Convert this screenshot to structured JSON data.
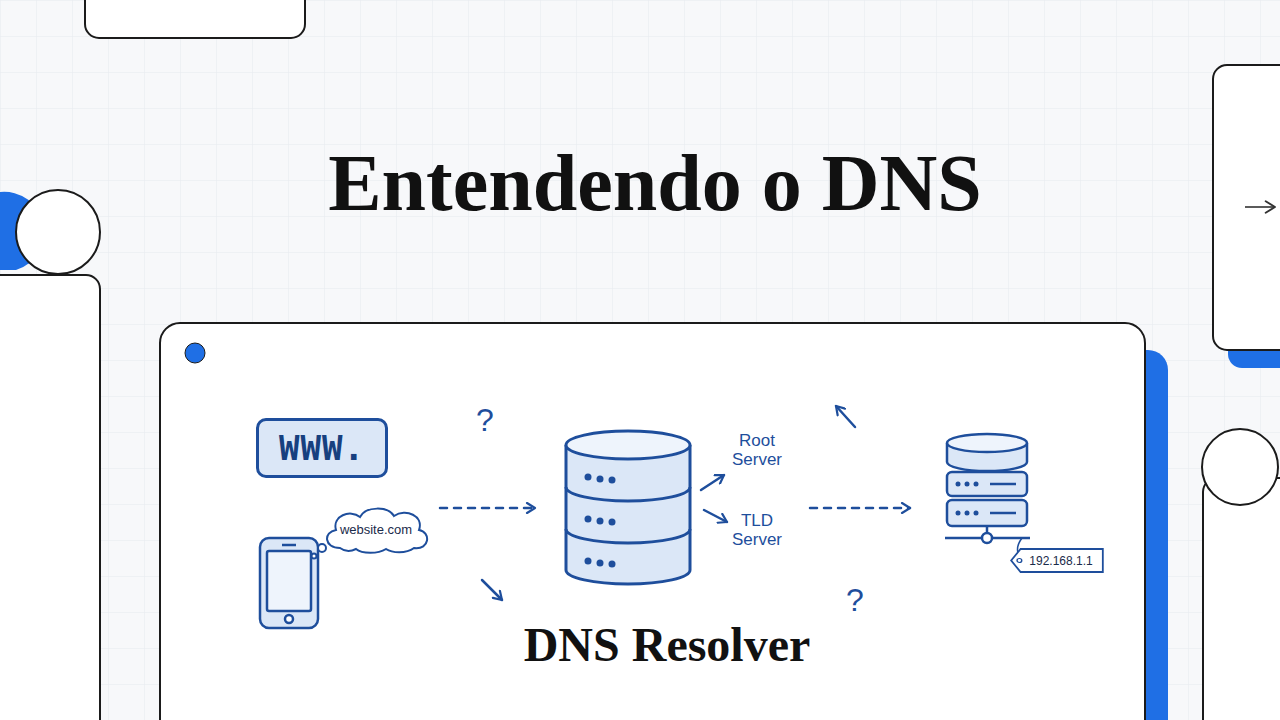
{
  "diagram": {
    "title": "Entendendo o DNS",
    "nodes": [
      {
        "text": [
          "WWW."
        ]
      },
      {
        "text": [
          "website.com"
        ]
      },
      {
        "text": [
          "192.168.1.1"
        ]
      }
    ],
    "labels": [
      "?",
      "Root Server",
      "TLD Server",
      "?",
      "DNS Resolver"
    ]
  }
}
